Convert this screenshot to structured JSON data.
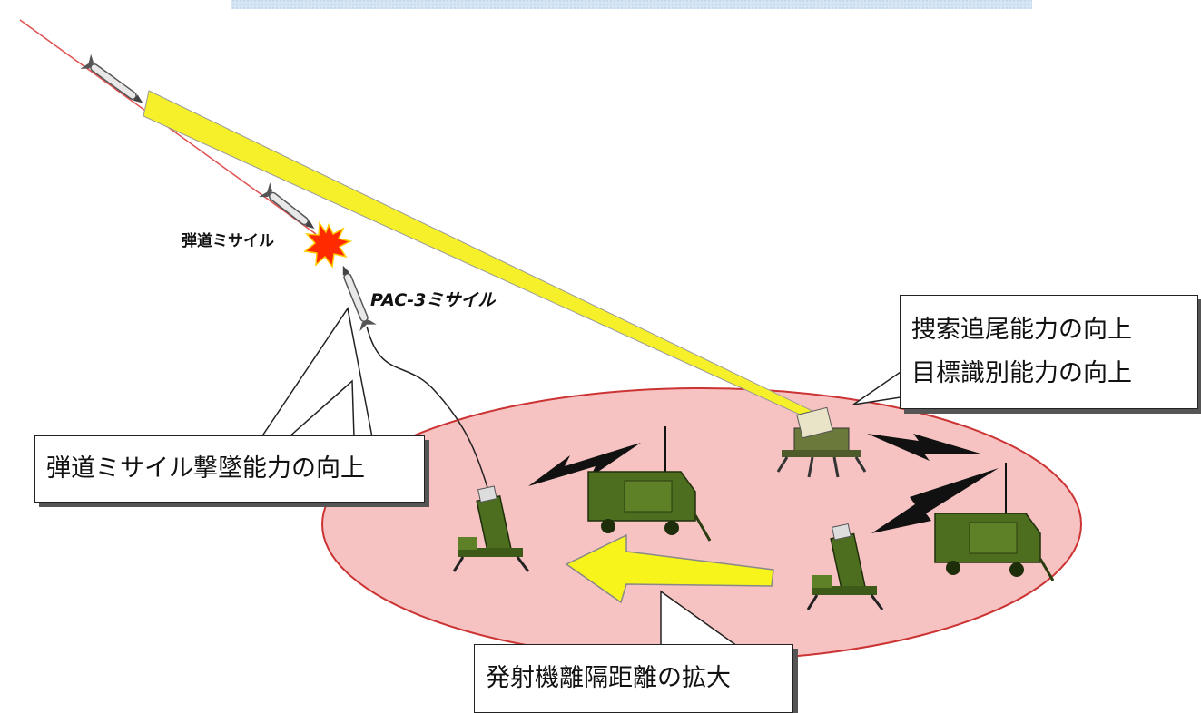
{
  "labels": {
    "ballistic_missile": "弾道ミサイル",
    "pac3_missile": "PAC-3ミサイル"
  },
  "callouts": {
    "search_track": "捜索追尾能力の向上",
    "target_discrimination": "目標識別能力の向上",
    "bm_intercept": "弾道ミサイル撃墜能力の向上",
    "launcher_distance": "発射機離隔距離の拡大"
  },
  "colors": {
    "top_bar": "#cfe0f0",
    "zone_fill": "#f7c2c2",
    "radar_beam": "#f5f02a",
    "arrow": "#f7f41c",
    "trajectory": "#e05050",
    "explosion": "#ff2a00",
    "vehicle": "#4d6e1e"
  }
}
